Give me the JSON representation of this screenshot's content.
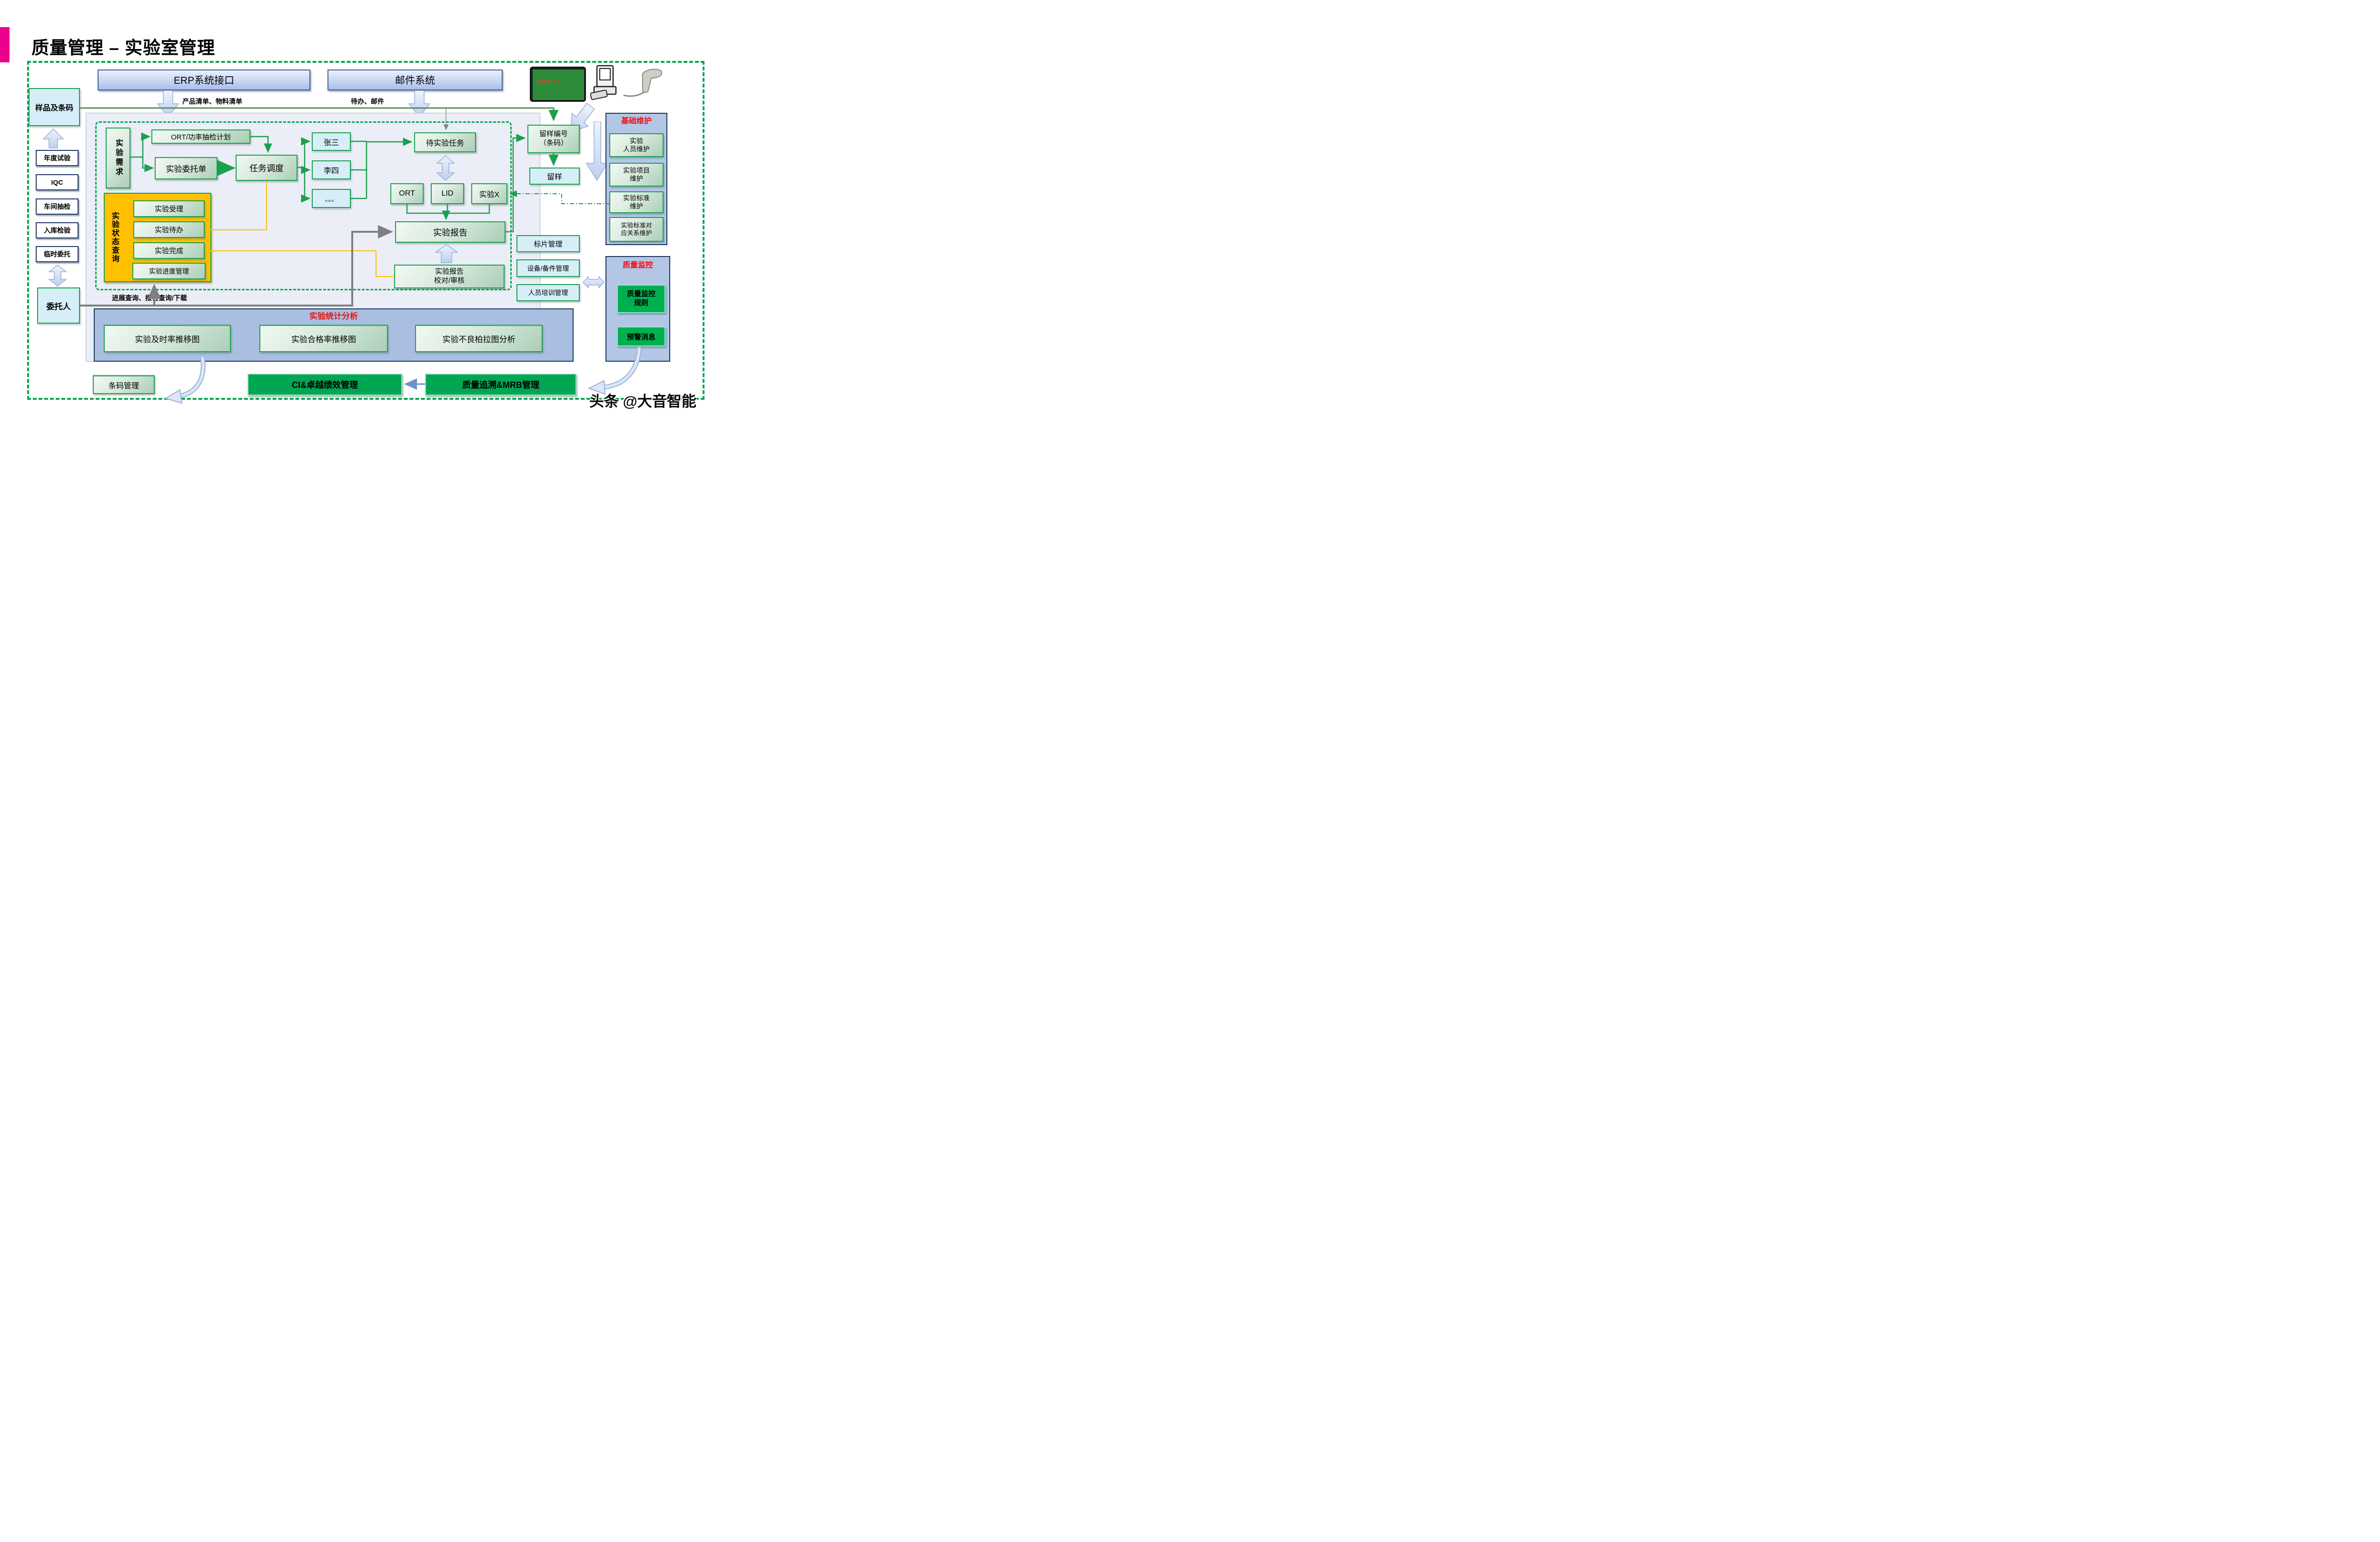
{
  "title": "质量管理 – 实验室管理",
  "watermark": "头条 @大音智能",
  "colors": {
    "accent_magenta": "#ec008c",
    "diagram_green": "#00a651",
    "navy": "#17375e",
    "orange": "#ffc000",
    "bright_green": "#00a651",
    "red_title": "#ee1111",
    "connector_gray": "#7f7f7f",
    "connector_yellow": "#ffc000"
  },
  "top": {
    "erp": "ERP系统接口",
    "erp_note": "产品清单、物料清单",
    "mail": "邮件系统",
    "mail_note": "待办、邮件",
    "tablet_text": "PENALTY"
  },
  "left": {
    "sample": "样品及条码",
    "sources": [
      "年度试验",
      "IQC",
      "车间抽检",
      "入库检验",
      "临时委托"
    ],
    "client": "委托人",
    "query_note": "进展查询、报告查询/下载"
  },
  "flow": {
    "demand": "实验需求",
    "ort_plan": "ORT/功率抽检计划",
    "order": "实验委托单",
    "schedule": "任务调度",
    "assignees": [
      "张三",
      "李四",
      "。。。"
    ],
    "pending": "待实验任务",
    "tests": [
      "ORT",
      "LID",
      "实验X"
    ],
    "report": "实验报告",
    "review": "实验报告\n校对/审核"
  },
  "status": {
    "label": "实验状态查询",
    "items": [
      "实验受理",
      "实验待办",
      "实验完成",
      "实验进度管理"
    ]
  },
  "sample_mgmt": {
    "code": "留样编号\n（条码）",
    "keep": "留样",
    "items": [
      "标片管理",
      "设备/备件管理",
      "人员培训管理"
    ]
  },
  "stats": {
    "title": "实验统计分析",
    "items": [
      "实验及时率推移图",
      "实验合格率推移图",
      "实验不良柏拉图分析"
    ]
  },
  "base_maintain": {
    "title": "基础维护",
    "items": [
      "实验\n人员维护",
      "实验项目\n维护",
      "实验标准\n维护",
      "实验标准对\n应关系维护"
    ]
  },
  "quality_monitor": {
    "title": "质量监控",
    "items": [
      "质量监控\n规则",
      "预警消息"
    ]
  },
  "bottom": {
    "barcode": "条码管理",
    "ci": "CI&卓越绩效管理",
    "trace": "质量追溯&MRB管理"
  }
}
